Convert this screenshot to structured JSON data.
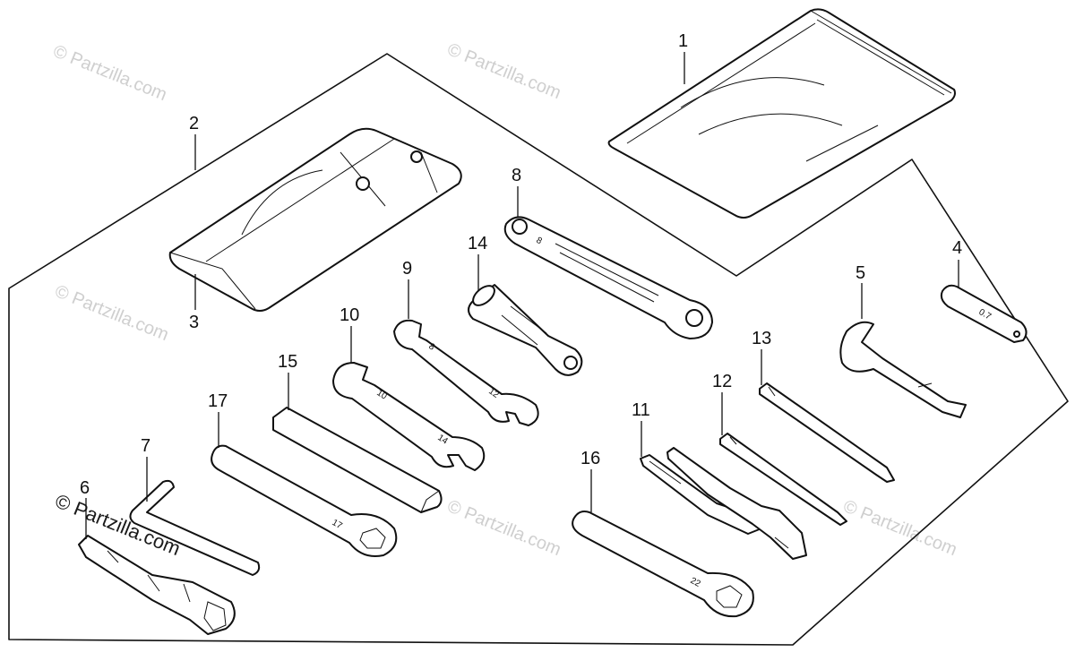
{
  "diagram": {
    "watermarks": [
      {
        "text": "© Partzilla.com"
      },
      {
        "text": "© Partzilla.com"
      },
      {
        "text": "© Partzilla.com"
      },
      {
        "text": "© Partzilla.com"
      },
      {
        "text": "© Partzilla.com"
      },
      {
        "text": "© Partzilla.com"
      },
      {
        "text": "© Partzilla.com"
      }
    ],
    "callouts": [
      {
        "label": "1"
      },
      {
        "label": "2"
      },
      {
        "label": "3"
      },
      {
        "label": "4"
      },
      {
        "label": "5"
      },
      {
        "label": "6"
      },
      {
        "label": "7"
      },
      {
        "label": "8"
      },
      {
        "label": "9"
      },
      {
        "label": "10"
      },
      {
        "label": "11"
      },
      {
        "label": "12"
      },
      {
        "label": "13"
      },
      {
        "label": "14"
      },
      {
        "label": "15"
      },
      {
        "label": "16"
      },
      {
        "label": "17"
      }
    ],
    "stamps": {
      "wrench_9_a": "8",
      "wrench_9_b": "12",
      "wrench_10_a": "10",
      "wrench_10_b": "14",
      "wrench_8": "8",
      "spanner_17": "17",
      "spanner_16": "22",
      "tool_4": "0.7"
    }
  }
}
